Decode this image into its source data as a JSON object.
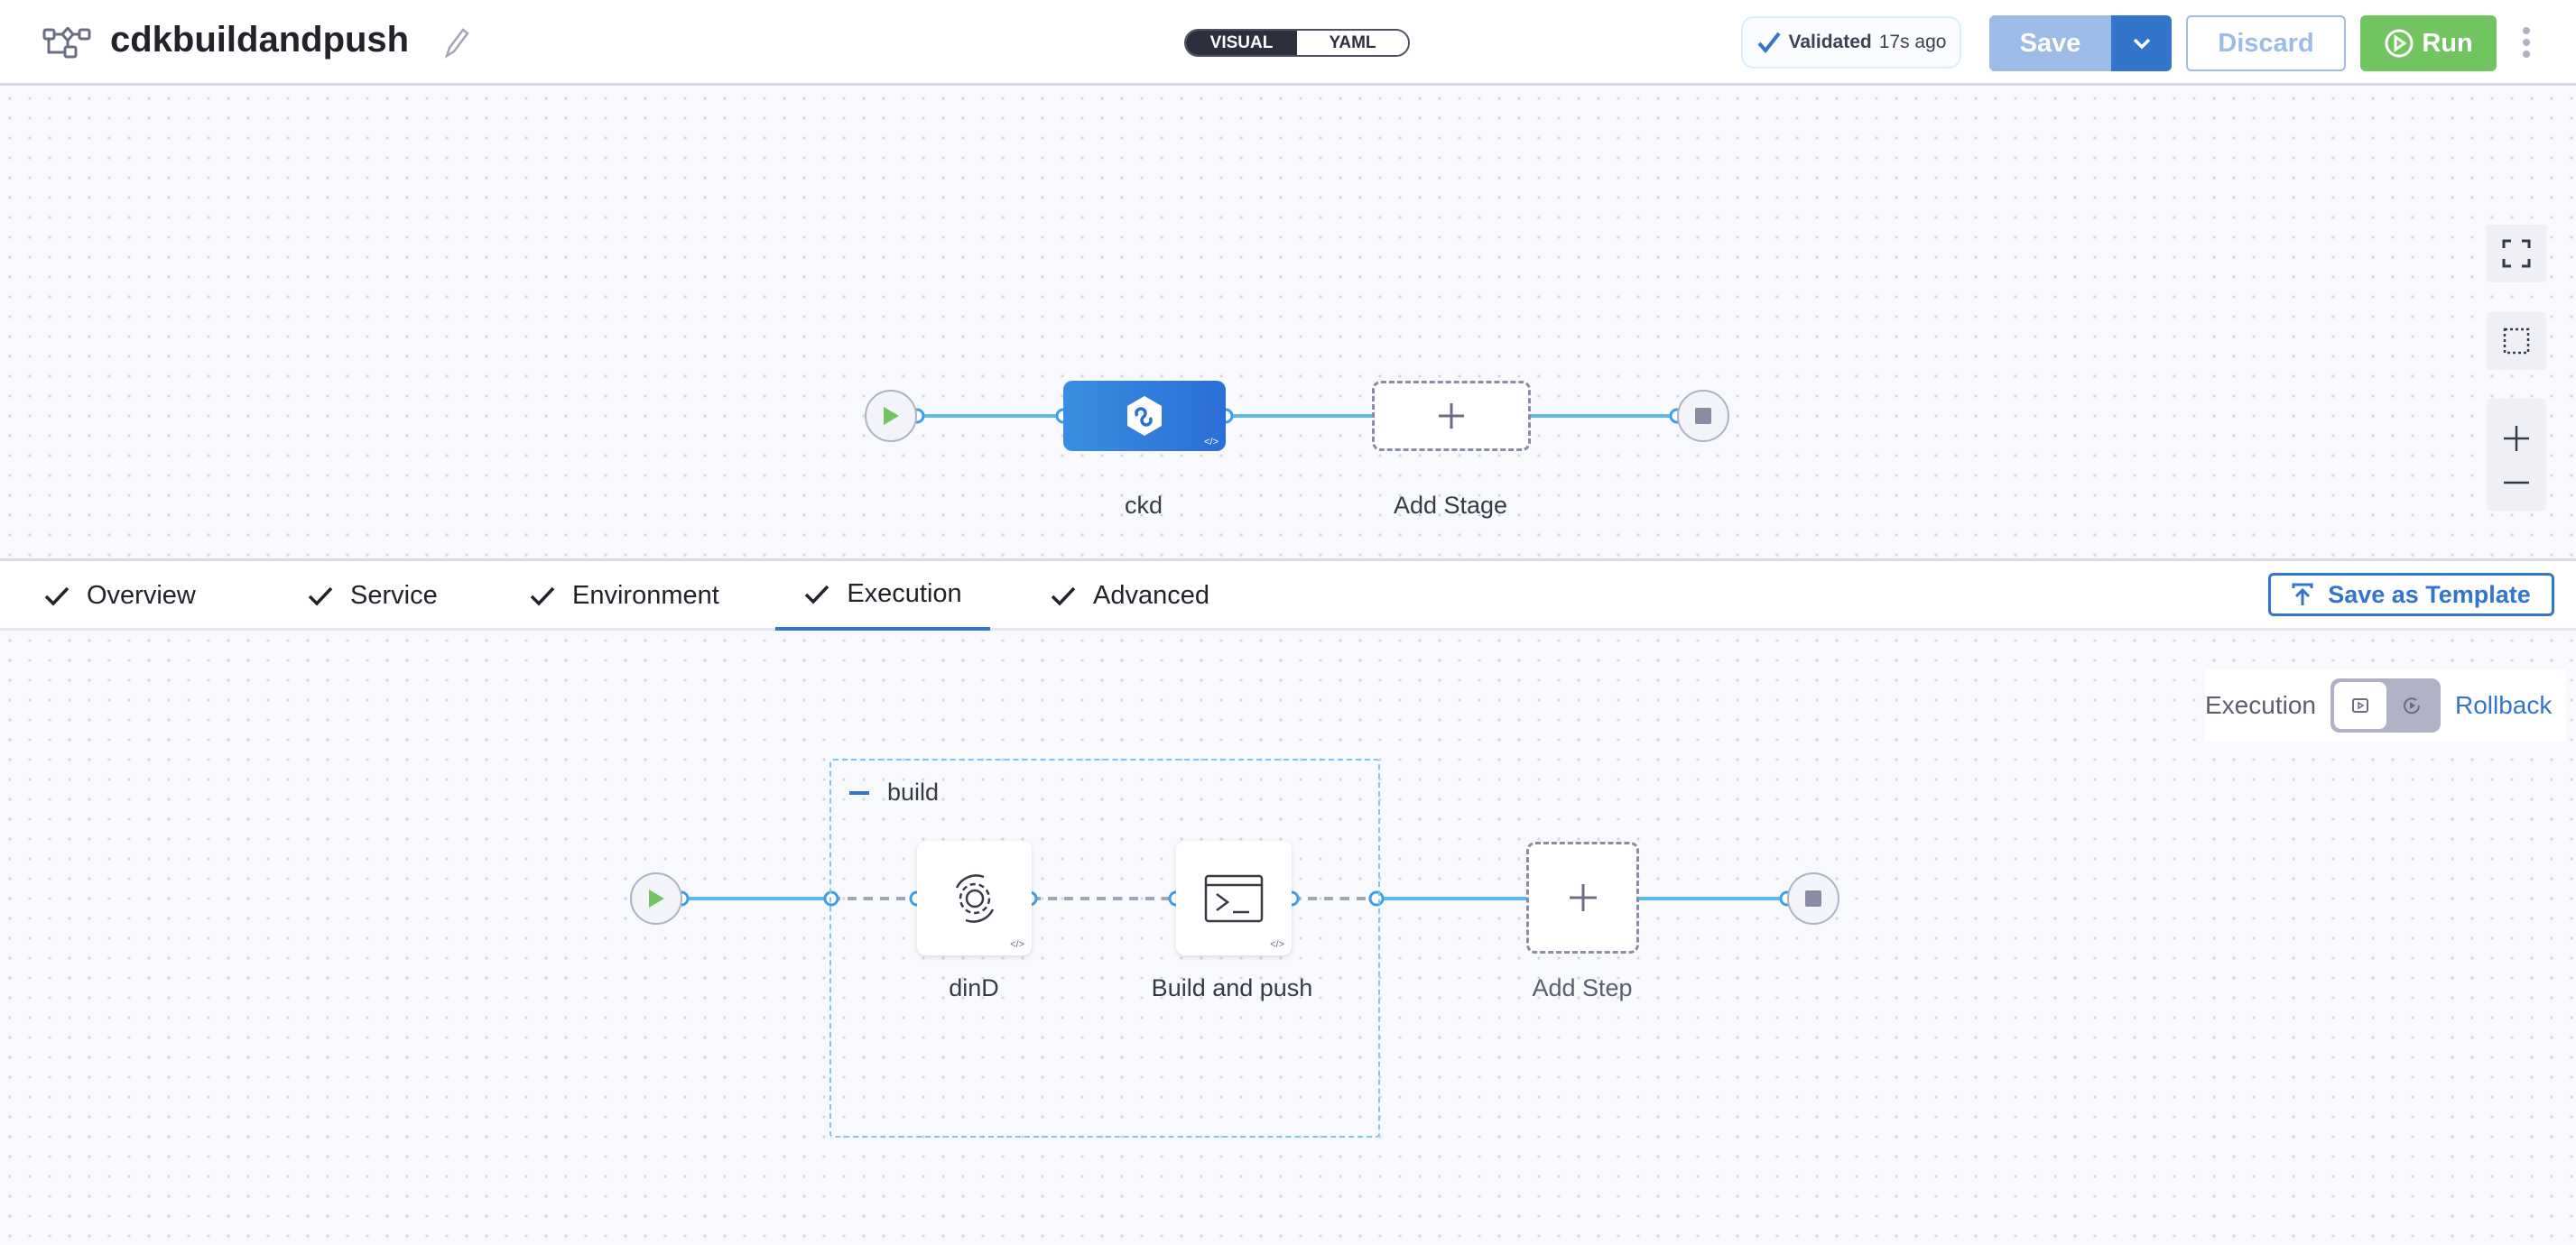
{
  "header": {
    "title": "cdkbuildandpush",
    "view_toggle": {
      "options": [
        "VISUAL",
        "YAML"
      ],
      "selected": "VISUAL"
    },
    "validation": {
      "status": "Validated",
      "time": "17s ago"
    },
    "save_label": "Save",
    "discard_label": "Discard",
    "run_label": "Run"
  },
  "pipeline": {
    "stages": [
      {
        "name": "ckd",
        "type": "build"
      }
    ],
    "add_stage_label": "Add Stage"
  },
  "tabs": {
    "items": [
      {
        "label": "Overview",
        "done": true
      },
      {
        "label": "Service",
        "done": true
      },
      {
        "label": "Environment",
        "done": true
      },
      {
        "label": "Execution",
        "done": true,
        "active": true
      },
      {
        "label": "Advanced",
        "done": true
      }
    ],
    "save_template_label": "Save as Template"
  },
  "execution": {
    "mode_label": "Execution",
    "rollback_label": "Rollback",
    "mode": "Execution",
    "group": {
      "name": "build",
      "steps": [
        {
          "name": "dinD",
          "icon": "gear-cycle-icon"
        },
        {
          "name": "Build and push",
          "icon": "terminal-icon"
        }
      ]
    },
    "add_step_label": "Add Step"
  },
  "colors": {
    "accent": "#0278d5",
    "primary": "#3375cc",
    "run": "#71c45f",
    "connector": "#5cb8f1"
  }
}
